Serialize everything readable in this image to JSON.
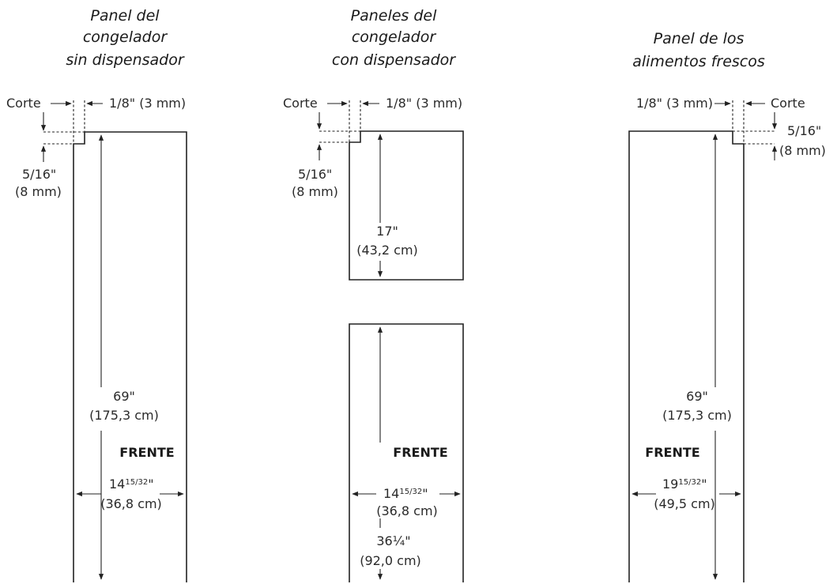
{
  "colors": {
    "line": "#222222",
    "background": "#ffffff"
  },
  "panels": [
    {
      "id": "freezer-no-dispenser",
      "title": [
        "Panel del",
        "congelador",
        "sin dispensador"
      ],
      "cut_label": "Corte",
      "gap_label": "1/8\" (3 mm)",
      "notch_depth": "5/16\"",
      "notch_depth_metric": "(8 mm)",
      "height": "69\"",
      "height_metric": "(175,3 cm)",
      "front_label": "FRENTE",
      "width_whole": "14",
      "width_fraction": "15/32",
      "width_mark": "\"",
      "width_metric": "(36,8 cm)"
    },
    {
      "id": "freezer-with-dispenser",
      "title": [
        "Paneles del",
        "congelador",
        "con dispensador"
      ],
      "cut_label": "Corte",
      "gap_label": "1/8\" (3 mm)",
      "notch_depth": "5/16\"",
      "notch_depth_metric": "(8 mm)",
      "upper_height": "17\"",
      "upper_height_metric": "(43,2 cm)",
      "front_label": "FRENTE",
      "width_whole": "14",
      "width_fraction": "15/32",
      "width_mark": "\"",
      "width_metric": "(36,8 cm)",
      "lower_height": "36¼\"",
      "lower_height_metric": "(92,0 cm)"
    },
    {
      "id": "fresh-food",
      "title": [
        "Panel de los",
        "alimentos frescos"
      ],
      "cut_label": "Corte",
      "gap_label": "1/8\" (3 mm)",
      "notch_depth": "5/16\"",
      "notch_depth_metric": "(8 mm)",
      "height": "69\"",
      "height_metric": "(175,3 cm)",
      "front_label": "FRENTE",
      "width_whole": "19",
      "width_fraction": "15/32",
      "width_mark": "\"",
      "width_metric": "(49,5 cm)"
    }
  ]
}
